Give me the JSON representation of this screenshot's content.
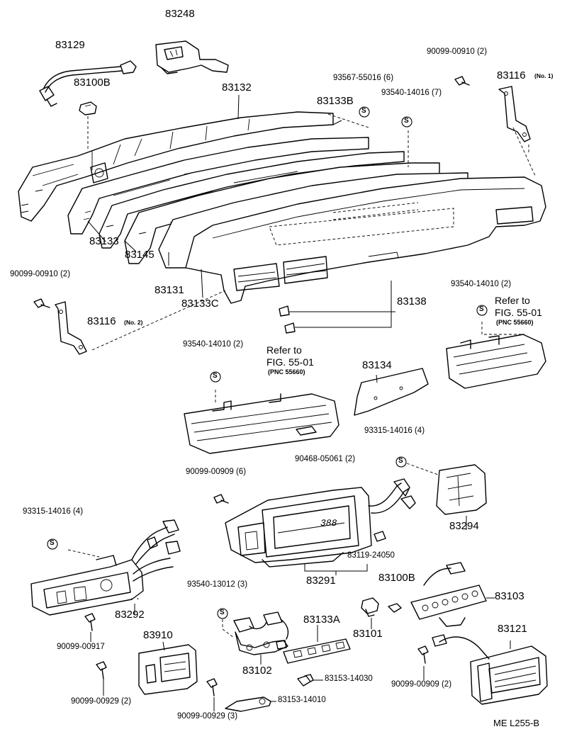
{
  "labels": {
    "p83248": "83248",
    "p83129": "83129",
    "p83100b_top": "83100B",
    "p83132": "83132",
    "p83133b": "83133B",
    "p93567": "93567-55016 (6)",
    "p93540_14016": "93540-14016 (7)",
    "p90099_00910_top": "90099-00910 (2)",
    "p83116_no1": "83116",
    "p83116_no1_note": "(No. 1)",
    "p83133": "83133",
    "p83145": "83145",
    "p83131": "83131",
    "p83133c": "83133C",
    "p90099_00910_left": "90099-00910 (2)",
    "p83116_no2": "83116",
    "p83116_no2_note": "(No. 2)",
    "p83138": "83138",
    "p93540_14010_right": "93540-14010 (2)",
    "refer_right_1": "Refer to",
    "refer_right_2": "FIG. 55-01",
    "refer_right_pnc": "(PNC 55660)",
    "p93540_14010_center": "93540-14010 (2)",
    "refer_center_1": "Refer to",
    "refer_center_2": "FIG. 55-01",
    "refer_center_pnc": "(PNC 55660)",
    "p83134": "83134",
    "p90468": "90468-05061 (2)",
    "p93315_right": "93315-14016 (4)",
    "p90099_00909_mid": "90099-00909 (6)",
    "p83294": "83294",
    "p93315_left": "93315-14016 (4)",
    "p83119": "83119-24050",
    "p83291": "83291",
    "p83292": "83292",
    "p93540_13012": "93540-13012 (3)",
    "p83100b_bot": "83100B",
    "p83103": "83103",
    "p83133a": "83133A",
    "p83101": "83101",
    "p83121": "83121",
    "p90099_00917": "90099-00917",
    "p83910": "83910",
    "p83102": "83102",
    "p83153_14030": "83153-14030",
    "p90099_00909_bot": "90099-00909 (2)",
    "p90099_00929_left": "90099-00929 (2)",
    "p90099_00929_mid": "90099-00929 (3)",
    "p83153_14010": "83153-14010",
    "dots": ". .",
    "meter_display": "388",
    "s_symbol": "S",
    "footer_code": "ME   L255-B"
  }
}
